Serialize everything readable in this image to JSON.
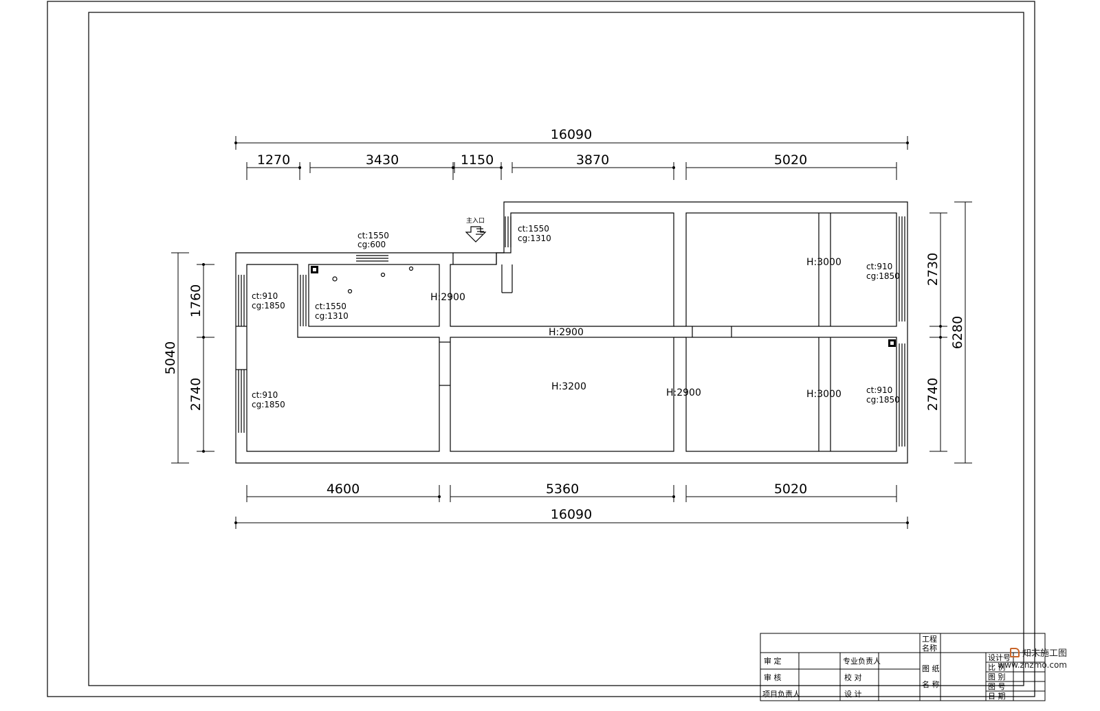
{
  "dimensions": {
    "top_total": "16090",
    "top_segments": [
      "1270",
      "3430",
      "1150",
      "3870",
      "5020"
    ],
    "bottom_segments": [
      "4600",
      "5360",
      "5020"
    ],
    "bottom_total": "16090",
    "left_total": "5040",
    "left_segments": [
      "1760",
      "2740"
    ],
    "right_total": "6280",
    "right_segments": [
      "2730",
      "2740"
    ]
  },
  "annotations": {
    "kitchen_top_ct": "ct:1550",
    "kitchen_top_cg": "cg:600",
    "entry_ct": "ct:1550",
    "entry_cg": "cg:1310",
    "left_upper_ct": "ct:910",
    "left_upper_cg": "cg:1850",
    "kitchen_left_ct": "ct:1550",
    "kitchen_left_cg": "cg:1310",
    "left_lower_ct": "ct:910",
    "left_lower_cg": "cg:1850",
    "right_upper_ct": "ct:910",
    "right_upper_cg": "cg:1850",
    "right_lower_ct": "ct:910",
    "right_lower_cg": "cg:1850",
    "entrance_label": "主入口"
  },
  "heights": {
    "kitchen": "H:2900",
    "corridor": "H:2900",
    "living": "H:3200",
    "middle_right": "H:2900",
    "right_upper": "H:3000",
    "right_lower": "H:3000"
  },
  "title_block": {
    "shending": "审 定",
    "shenhe": "审 核",
    "xiangmu": "项目负责人",
    "zhuanye": "专业负责人",
    "jiaodui": "校 对",
    "sheji": "设 计",
    "gongcheng_1": "工程",
    "gongcheng_2": "名称",
    "tuzhi_1": "图 纸",
    "tuzhi_2": "名 称",
    "r1": "设计号",
    "r2": "比 例",
    "r3": "图 别",
    "r4": "图 号",
    "r5": "日 期"
  },
  "watermark": {
    "brand": "知末施工图",
    "url": "www.znzmo.com",
    "accent": "#c86428"
  }
}
